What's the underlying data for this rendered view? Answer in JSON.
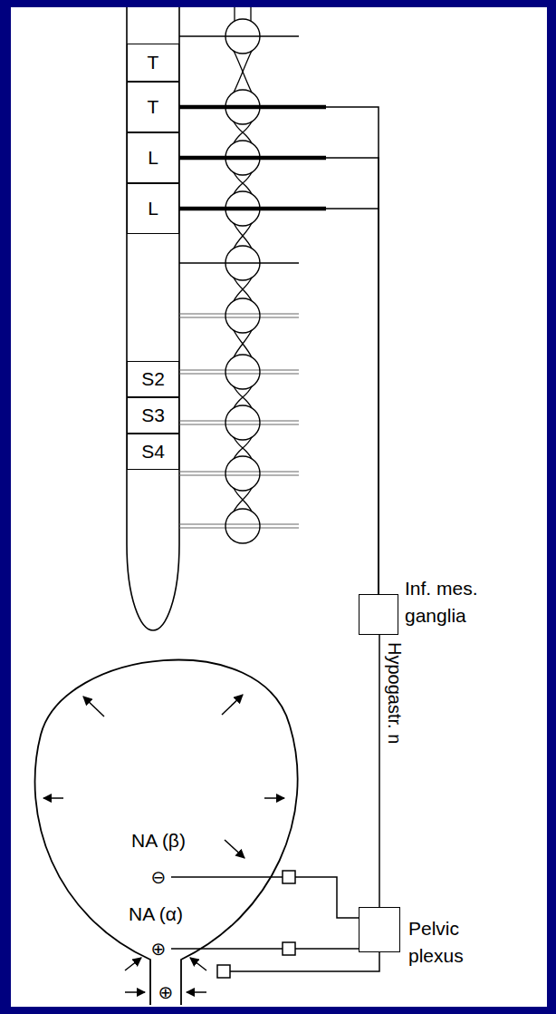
{
  "diagram": {
    "nodes": [
      {
        "text": [
          "T"
        ]
      },
      {
        "text": [
          "T"
        ]
      },
      {
        "text": [
          "L"
        ]
      },
      {
        "text": [
          "L"
        ]
      },
      {
        "text": [
          "S2"
        ]
      },
      {
        "text": [
          "S3"
        ]
      },
      {
        "text": [
          "S4"
        ]
      },
      {
        "text": [
          "Inf. mes. ganglia"
        ]
      },
      {
        "text": [
          "Pelvic plexus"
        ]
      }
    ],
    "edges": [
      {
        "from": 1,
        "to": 7,
        "arrow": "none"
      },
      {
        "from": 2,
        "to": 7,
        "arrow": "none"
      },
      {
        "from": 3,
        "to": 7,
        "arrow": "none"
      },
      {
        "from": 7,
        "to": 8,
        "label": "Hypogastr. n",
        "arrow": "none"
      }
    ],
    "labels": [
      "NA (β)",
      "⊖",
      "NA (α)",
      "⊕",
      "⊕"
    ]
  }
}
